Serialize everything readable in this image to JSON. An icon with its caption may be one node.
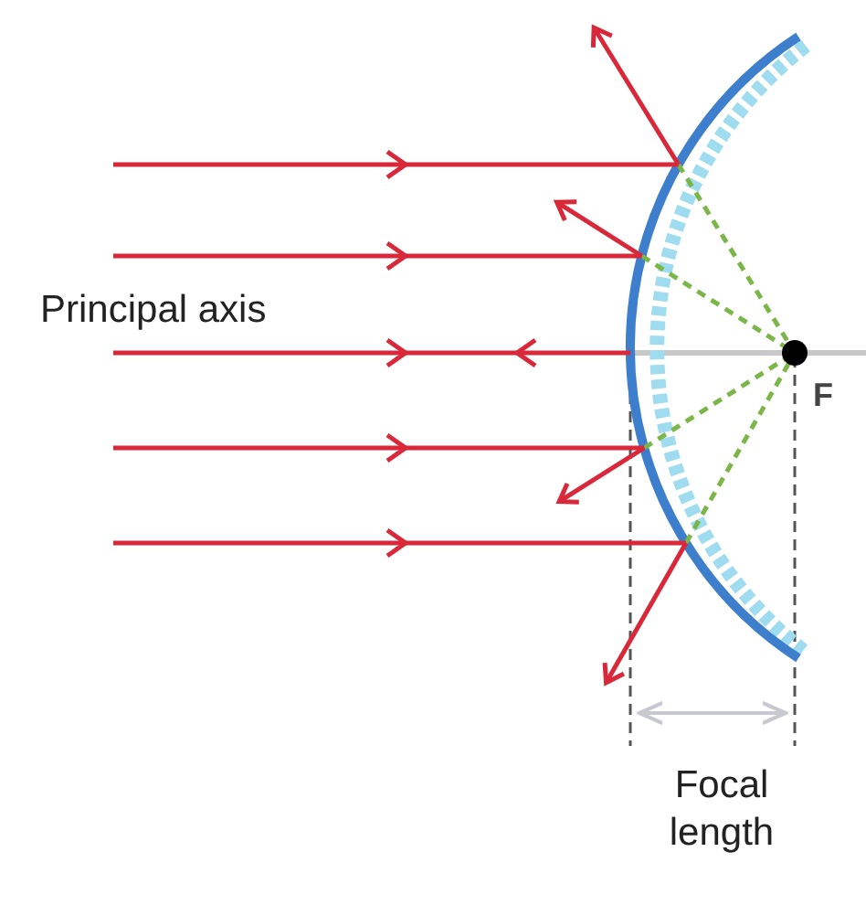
{
  "diagram": {
    "labels": [
      "Principal axis",
      "F",
      "Focal length"
    ]
  }
}
